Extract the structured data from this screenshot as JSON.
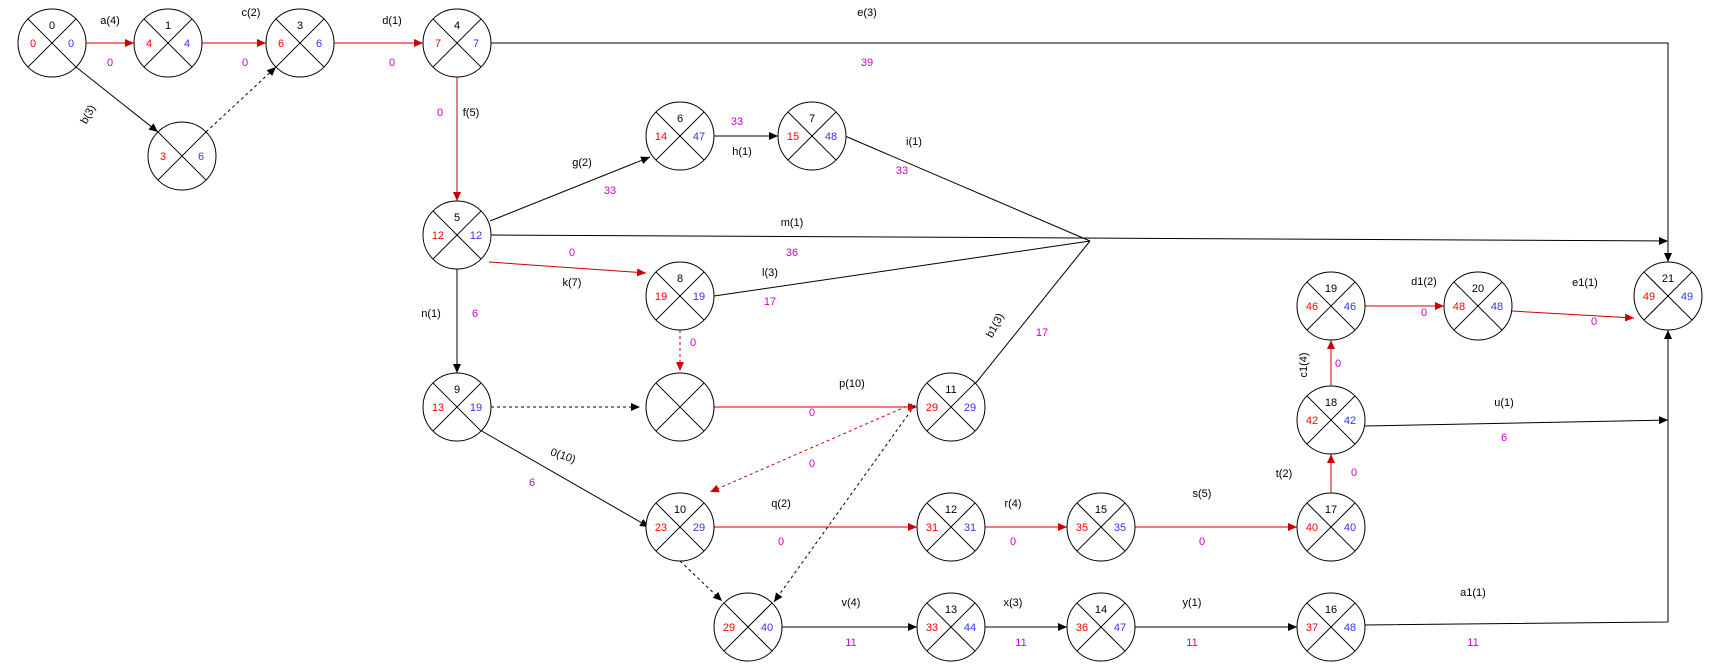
{
  "colors": {
    "critical": "#cc0000",
    "normal": "#000000",
    "earliest": "#ff0000",
    "latest": "#3333ff",
    "slack": "#cc00cc"
  },
  "nodes": [
    {
      "id": "n0",
      "num": "0",
      "es": "0",
      "lf": "0"
    },
    {
      "id": "n1",
      "num": "1",
      "es": "4",
      "lf": "4"
    },
    {
      "id": "n3",
      "num": "3",
      "es": "6",
      "lf": "6"
    },
    {
      "id": "n4",
      "num": "4",
      "es": "7",
      "lf": "7"
    },
    {
      "id": "nb",
      "num": "",
      "es": "3",
      "lf": "6"
    },
    {
      "id": "n6",
      "num": "6",
      "es": "14",
      "lf": "47"
    },
    {
      "id": "n7",
      "num": "7",
      "es": "15",
      "lf": "48"
    },
    {
      "id": "n5",
      "num": "5",
      "es": "12",
      "lf": "12"
    },
    {
      "id": "n8",
      "num": "8",
      "es": "19",
      "lf": "19"
    },
    {
      "id": "n9",
      "num": "9",
      "es": "13",
      "lf": "19"
    },
    {
      "id": "nd",
      "num": "",
      "es": "",
      "lf": ""
    },
    {
      "id": "n11",
      "num": "11",
      "es": "29",
      "lf": "29"
    },
    {
      "id": "n10",
      "num": "10",
      "es": "23",
      "lf": "29"
    },
    {
      "id": "n12",
      "num": "12",
      "es": "31",
      "lf": "31"
    },
    {
      "id": "n15",
      "num": "15",
      "es": "35",
      "lf": "35"
    },
    {
      "id": "n17",
      "num": "17",
      "es": "40",
      "lf": "40"
    },
    {
      "id": "n18",
      "num": "18",
      "es": "42",
      "lf": "42"
    },
    {
      "id": "n19",
      "num": "19",
      "es": "46",
      "lf": "46"
    },
    {
      "id": "n20",
      "num": "20",
      "es": "48",
      "lf": "48"
    },
    {
      "id": "n21",
      "num": "21",
      "es": "49",
      "lf": "49"
    },
    {
      "id": "nv",
      "num": "",
      "es": "29",
      "lf": "40"
    },
    {
      "id": "n13",
      "num": "13",
      "es": "33",
      "lf": "44"
    },
    {
      "id": "n14",
      "num": "14",
      "es": "36",
      "lf": "47"
    },
    {
      "id": "n16",
      "num": "16",
      "es": "37",
      "lf": "48"
    }
  ],
  "activities": [
    {
      "id": "a",
      "label": "a(4)",
      "slack": "0"
    },
    {
      "id": "c",
      "label": "c(2)",
      "slack": "0"
    },
    {
      "id": "d",
      "label": "d(1)",
      "slack": "0"
    },
    {
      "id": "e",
      "label": "e(3)",
      "slack": "39"
    },
    {
      "id": "b",
      "label": "b(3)",
      "slack": ""
    },
    {
      "id": "f",
      "label": "f(5)",
      "slack": "0"
    },
    {
      "id": "g",
      "label": "g(2)",
      "slack": "33"
    },
    {
      "id": "h",
      "label": "h(1)",
      "slack": "33"
    },
    {
      "id": "i",
      "label": "i(1)",
      "slack": "33"
    },
    {
      "id": "m",
      "label": "m(1)",
      "slack": "36"
    },
    {
      "id": "k",
      "label": "k(7)",
      "slack": "0"
    },
    {
      "id": "l",
      "label": "l(3)",
      "slack": "17"
    },
    {
      "id": "n",
      "label": "n(1)",
      "slack": "6"
    },
    {
      "id": "b1",
      "label": "b1(3)",
      "slack": "17"
    },
    {
      "id": "p",
      "label": "p(10)",
      "slack": "0"
    },
    {
      "id": "o",
      "label": "0(10)",
      "slack": "6"
    },
    {
      "id": "q",
      "label": "q(2)",
      "slack": "0"
    },
    {
      "id": "r",
      "label": "r(4)",
      "slack": "0"
    },
    {
      "id": "s",
      "label": "s(5)",
      "slack": "0"
    },
    {
      "id": "t",
      "label": "t(2)",
      "slack": "0"
    },
    {
      "id": "c1",
      "label": "c1(4)",
      "slack": "0"
    },
    {
      "id": "d1",
      "label": "d1(2)",
      "slack": "0"
    },
    {
      "id": "e1",
      "label": "e1(1)",
      "slack": "0"
    },
    {
      "id": "u",
      "label": "u(1)",
      "slack": "6"
    },
    {
      "id": "v",
      "label": "v(4)",
      "slack": "11"
    },
    {
      "id": "x",
      "label": "x(3)",
      "slack": "11"
    },
    {
      "id": "y",
      "label": "y(1)",
      "slack": "11"
    },
    {
      "id": "a1",
      "label": "a1(1)",
      "slack": "11"
    },
    {
      "id": "dummy8",
      "label": "",
      "slack": "0"
    },
    {
      "id": "dummy11",
      "label": "",
      "slack": "0"
    }
  ]
}
